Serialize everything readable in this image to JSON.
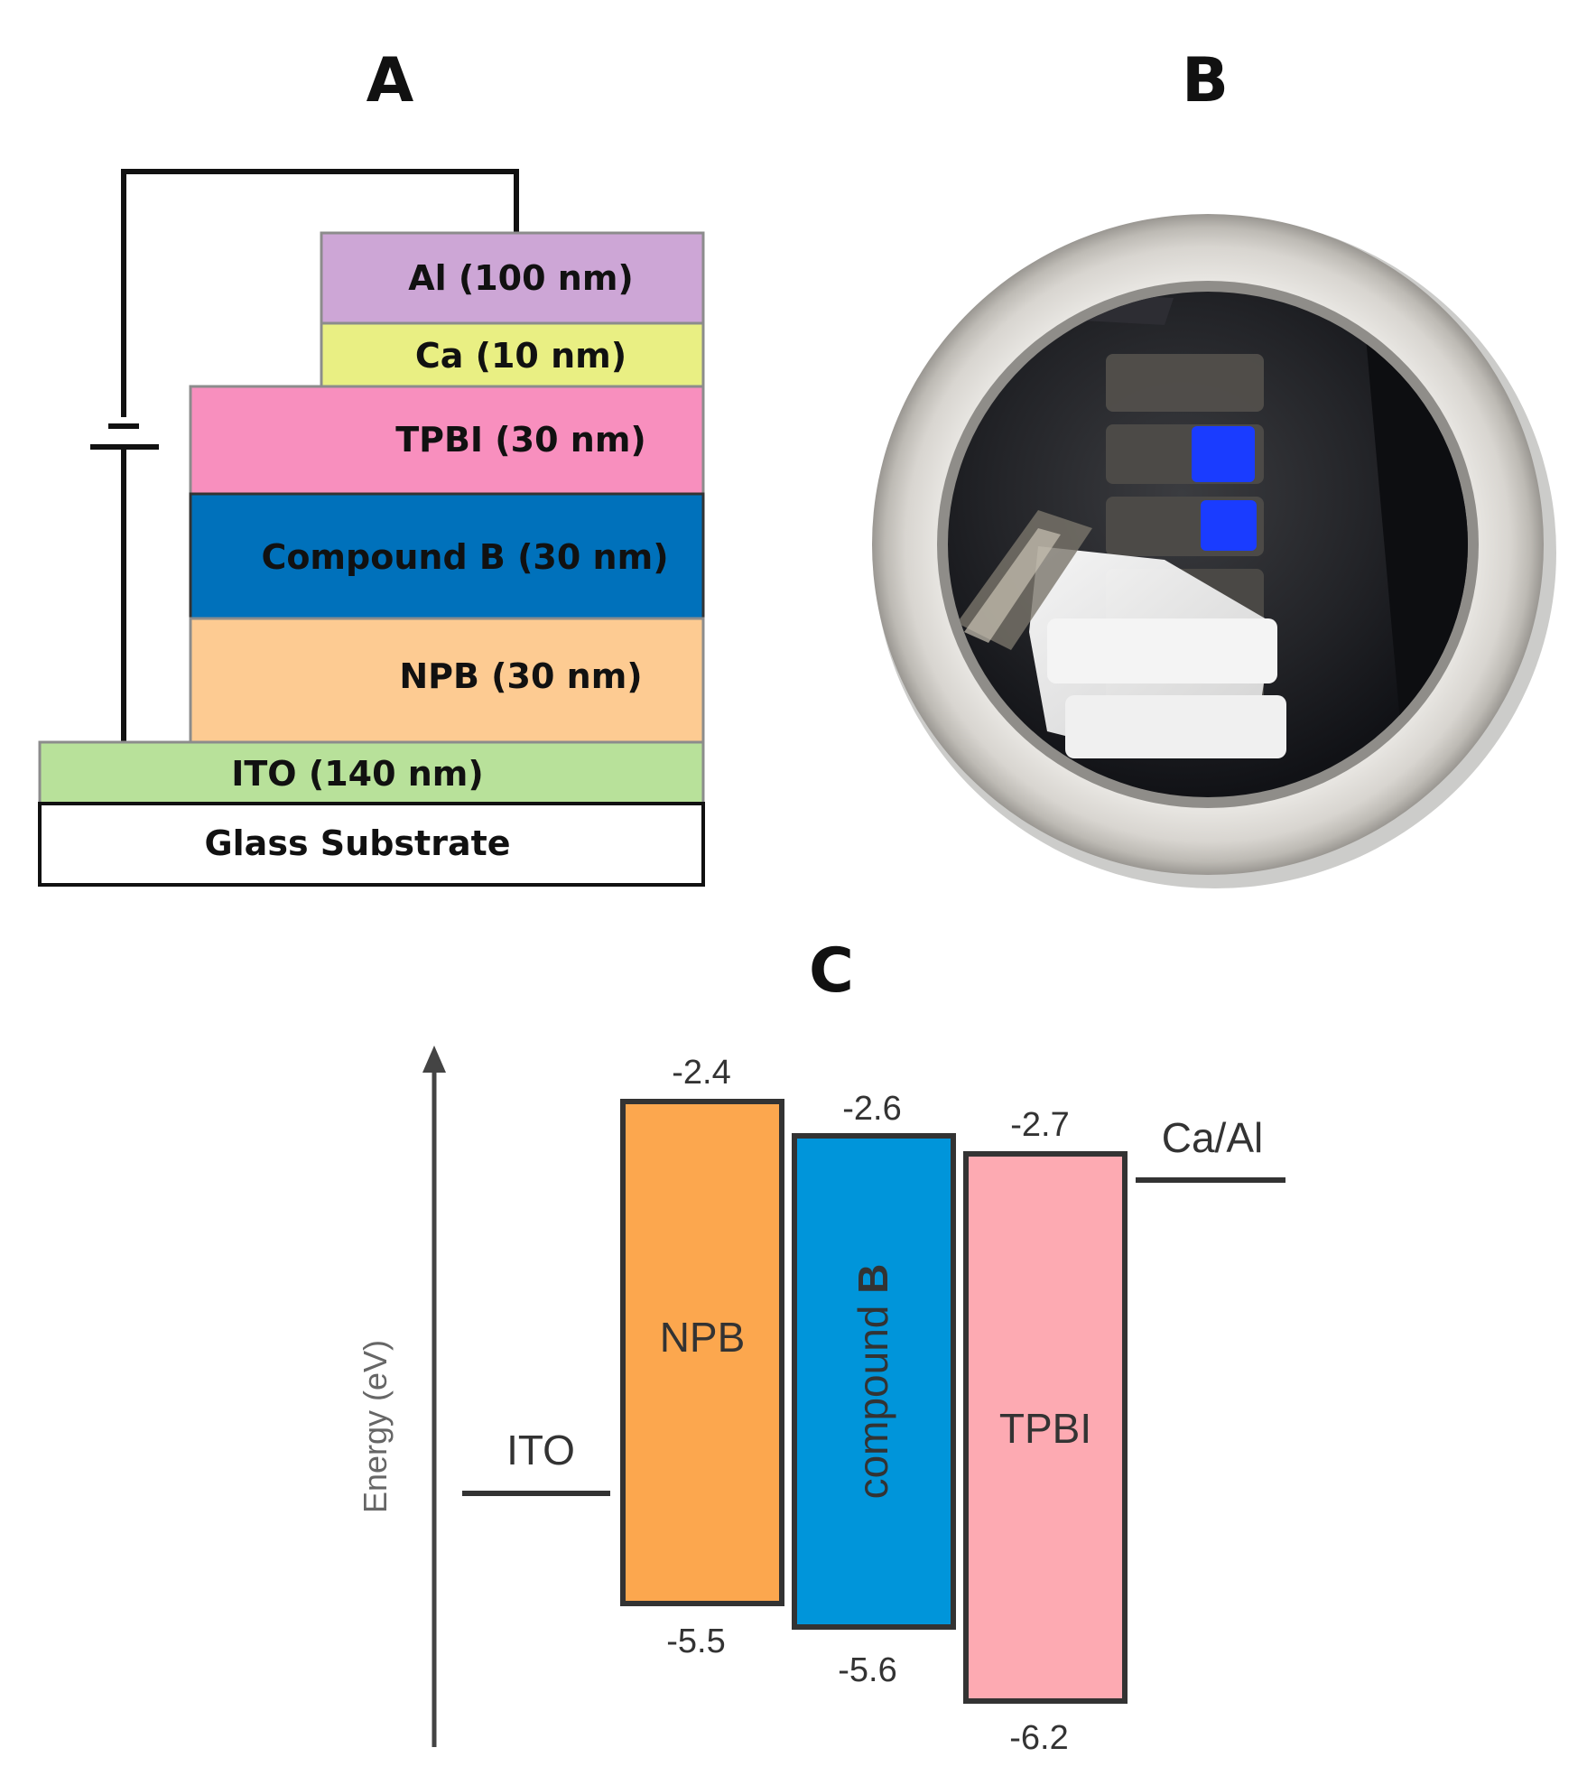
{
  "panels": {
    "a": "A",
    "b": "B",
    "c": "C"
  },
  "device_stack": {
    "layers": [
      {
        "label": "Al (100 nm)",
        "color": "#cda6d6"
      },
      {
        "label": "Ca (10 nm)",
        "color": "#e9ef83"
      },
      {
        "label": "TPBI (30 nm)",
        "color": "#f88fbe"
      },
      {
        "label": "Compound B (30 nm)",
        "color": "#0071bb"
      },
      {
        "label": "NPB (30 nm)",
        "color": "#fdcb92"
      },
      {
        "label": "ITO (140 nm)",
        "color": "#b8e19a"
      },
      {
        "label": "Glass Substrate",
        "color": "#ffffff"
      }
    ]
  },
  "photo": {
    "emission_color": "#1a3cff"
  },
  "energy_diagram": {
    "y_axis_label": "Energy (eV)",
    "ito": {
      "label": "ITO"
    },
    "cathode": {
      "label": "Ca/Al"
    },
    "blocks": [
      {
        "name": "NPB",
        "label_plain": "NPB",
        "lumo": "-2.4",
        "homo": "-5.5",
        "color": "#fca74e"
      },
      {
        "name": "compound B",
        "label_plain": "compound ",
        "label_bold": "B",
        "lumo": "-2.6",
        "homo": "-5.6",
        "color": "#0095da"
      },
      {
        "name": "TPBI",
        "label_plain": "TPBI",
        "lumo": "-2.7",
        "homo": "-6.2",
        "color": "#fdaab2"
      }
    ]
  }
}
